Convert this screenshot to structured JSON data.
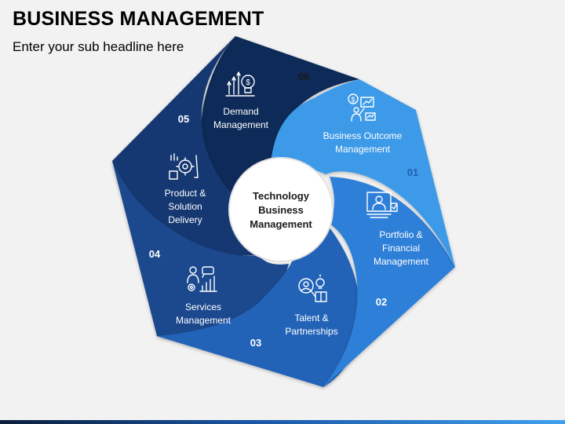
{
  "title": "BUSINESS MANAGEMENT",
  "subtitle": "Enter your sub headline here",
  "center": {
    "lines": [
      "Technology",
      "Business",
      "Management"
    ]
  },
  "segments": [
    {
      "number": "01",
      "lines": [
        "Business Outcome",
        "Management"
      ],
      "color": "#3d9ae8",
      "icon": "business-outcome-icon"
    },
    {
      "number": "02",
      "lines": [
        "Portfolio &",
        "Financial",
        "Management"
      ],
      "color": "#2f7fd8",
      "icon": "portfolio-icon"
    },
    {
      "number": "03",
      "lines": [
        "Talent &",
        "Partnerships"
      ],
      "color": "#2364b8",
      "icon": "talent-icon"
    },
    {
      "number": "04",
      "lines": [
        "Services",
        "Management"
      ],
      "color": "#1a4a8e",
      "icon": "services-icon"
    },
    {
      "number": "05",
      "lines": [
        "Product &",
        "Solution",
        "Delivery"
      ],
      "color": "#153972",
      "icon": "product-delivery-icon"
    },
    {
      "number": "06",
      "lines": [
        "Demand",
        "Management"
      ],
      "color": "#102c58",
      "icon": "demand-icon"
    }
  ]
}
